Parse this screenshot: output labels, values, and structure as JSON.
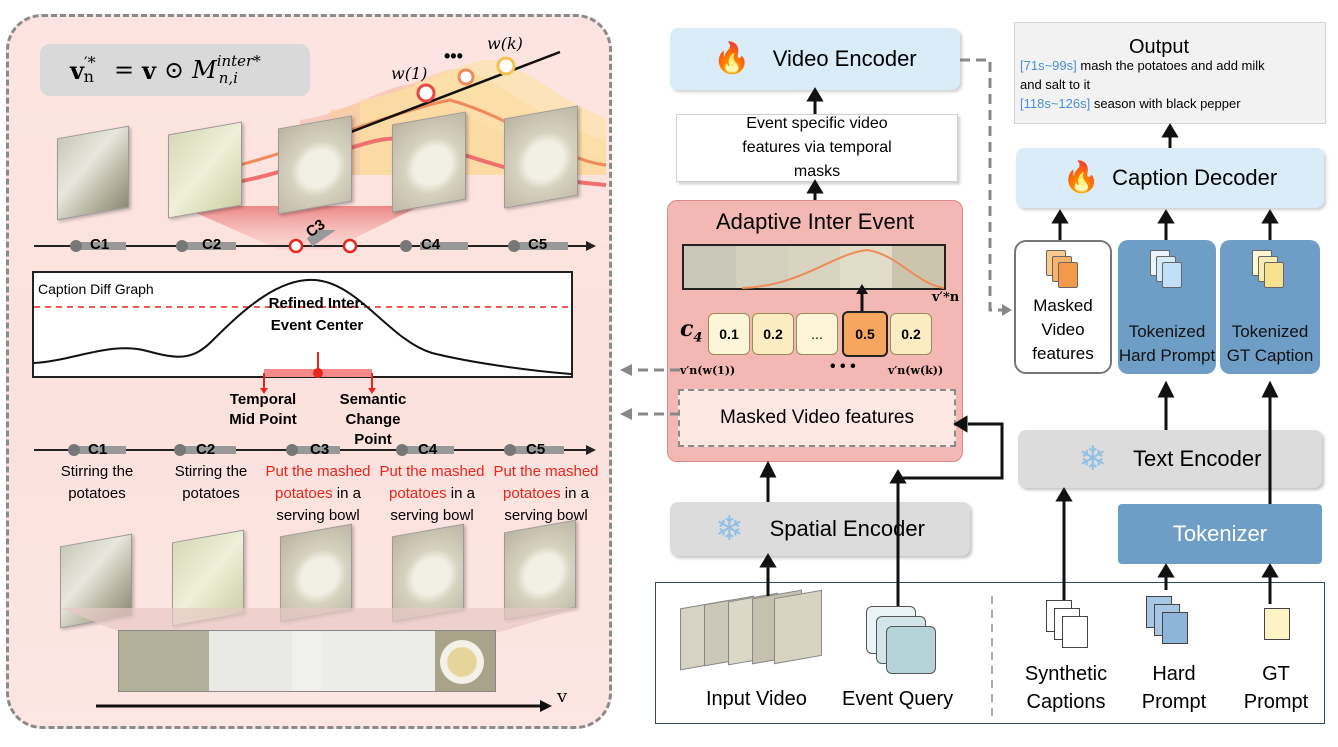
{
  "left_panel": {
    "formula": "v′*n = v ⊙ M inter*n,i",
    "w_labels": {
      "w1": "w(1)",
      "dots": "•••",
      "wk": "w(k)"
    },
    "timeline_top": [
      "C1",
      "C2",
      "C3",
      "C4",
      "C5"
    ],
    "diff_graph_title": "Caption Diff Graph",
    "refined_center": "Refined Inter-Event Center",
    "temporal_mid": "Temporal Mid Point",
    "semantic_change": "Semantic Change Point",
    "timeline_bottom": [
      "C1",
      "C2",
      "C3",
      "C4",
      "C5"
    ],
    "captions": [
      {
        "plain": "Stirring the potatoes"
      },
      {
        "plain": "Stirring the potatoes"
      },
      {
        "red1": "Put the mashed",
        "red2": "potatoes",
        "plain": " in a serving bowl"
      },
      {
        "red1": "Put the mashed",
        "red2": "potatoes",
        "plain": " in a serving bowl"
      },
      {
        "red1": "Put the mashed",
        "red2": "potatoes",
        "plain": " in a serving bowl"
      }
    ],
    "axis_label": "v"
  },
  "middle": {
    "video_encoder": "Video Encoder",
    "event_features": "Event specific video features via temporal masks",
    "adaptive_title": "Adaptive Inter Event",
    "c4_label": "c",
    "c4_sub": "4",
    "weights": [
      "0.1",
      "0.2",
      "...",
      "0.5",
      "0.2"
    ],
    "vprime_star": "v′*n",
    "vn_w1": "v′n(w(1))",
    "dots": "• • •",
    "vn_wk": "v′n(w(k))",
    "masked_features": "Masked Video features",
    "spatial_encoder": "Spatial Encoder"
  },
  "right": {
    "output_title": "Output",
    "output_lines": [
      {
        "ts": "[71s~99s]",
        "text": " mash the potatoes and add milk"
      },
      {
        "ts": "",
        "text": "and salt to it"
      },
      {
        "ts": "[118s~126s]",
        "text": " season with black pepper"
      }
    ],
    "caption_decoder": "Caption Decoder",
    "masked_video": "Masked Video features",
    "tokenized_hard": "Tokenized Hard Prompt",
    "tokenized_gt": "Tokenized GT Caption",
    "text_encoder": "Text Encoder",
    "tokenizer": "Tokenizer"
  },
  "inputs": {
    "input_video": "Input Video",
    "event_query": "Event Query",
    "synthetic": "Synthetic Captions",
    "hard_prompt": "Hard Prompt",
    "gt_prompt": "GT Prompt"
  },
  "colors": {
    "accent_red": "#e8261c",
    "blue_box": "#d9ecf8",
    "dark_blue": "#6e9ec6",
    "pink_panel": "#f4b8b4"
  }
}
